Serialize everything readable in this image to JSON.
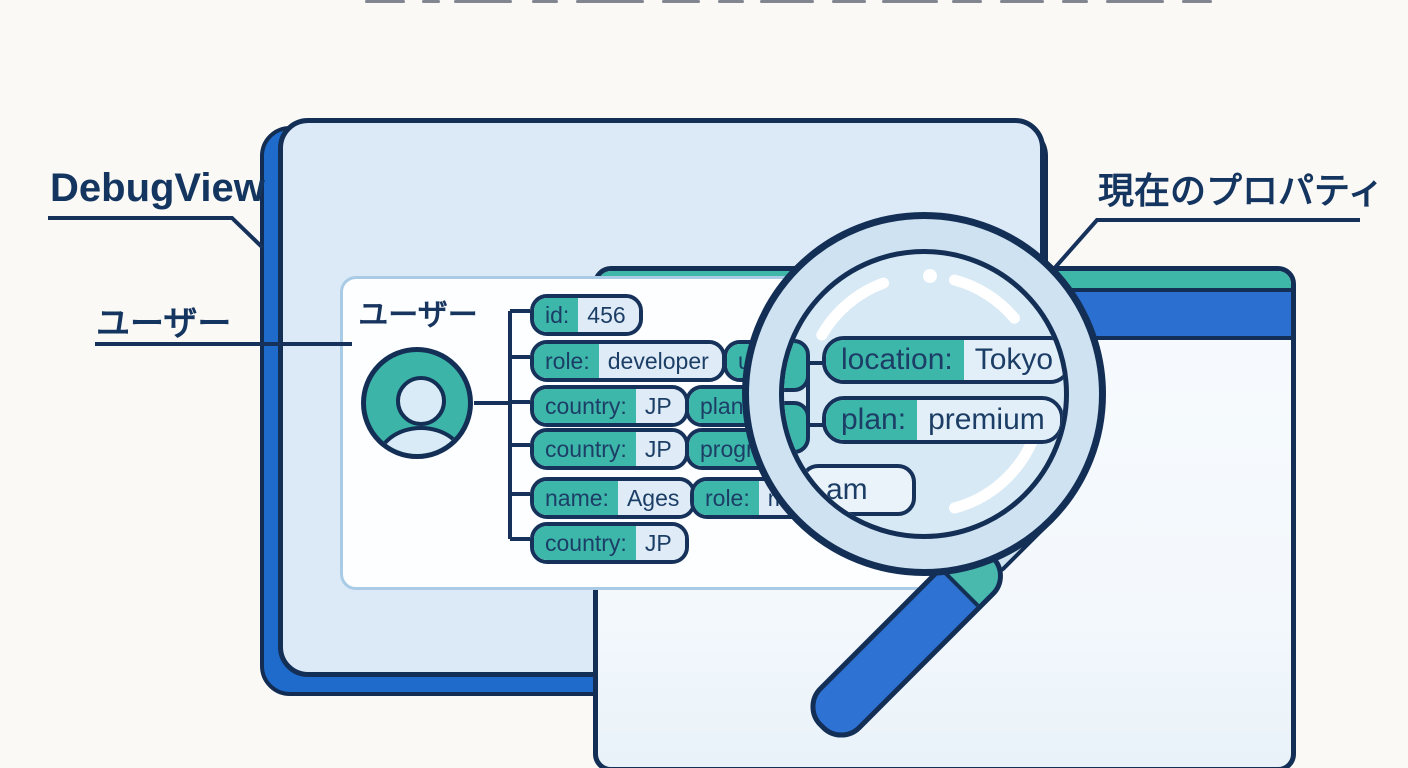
{
  "labels": {
    "debugview": "DebugView",
    "user_left": "ユーザー",
    "window_user": "ユーザー",
    "current_properties": "現在のプロパティ"
  },
  "window": {
    "traffic_lights": [
      "white-dot",
      "lightblue-dot",
      "teal-dot"
    ]
  },
  "tree": {
    "chips": [
      {
        "key": "id:",
        "value": "456"
      },
      {
        "key": "role:",
        "value": "developer"
      },
      {
        "key": "country:",
        "value": "JP"
      },
      {
        "key": "country:",
        "value": "JP"
      },
      {
        "key": "name:",
        "value": "Ages"
      },
      {
        "key": "country:",
        "value": "JP"
      }
    ],
    "partial_chips": [
      {
        "key": "u",
        "value": ""
      },
      {
        "key": "plan",
        "value": ""
      },
      {
        "key": "progr",
        "value": ""
      },
      {
        "key": "role:",
        "value": "m"
      }
    ]
  },
  "lens": {
    "chips": [
      {
        "key": "location:",
        "value": "Tokyo"
      },
      {
        "key": "plan:",
        "value": "premium"
      }
    ],
    "fragment_text": "am"
  },
  "colors": {
    "navy": "#142F56",
    "teal": "#3DB7AA",
    "title_blue": "#2B70D1",
    "offset_blue": "#1E6BCB",
    "frame_light": "#DCEAF7",
    "lens_fill": "#D7E9F5",
    "value_bg": "#DFECF7"
  }
}
